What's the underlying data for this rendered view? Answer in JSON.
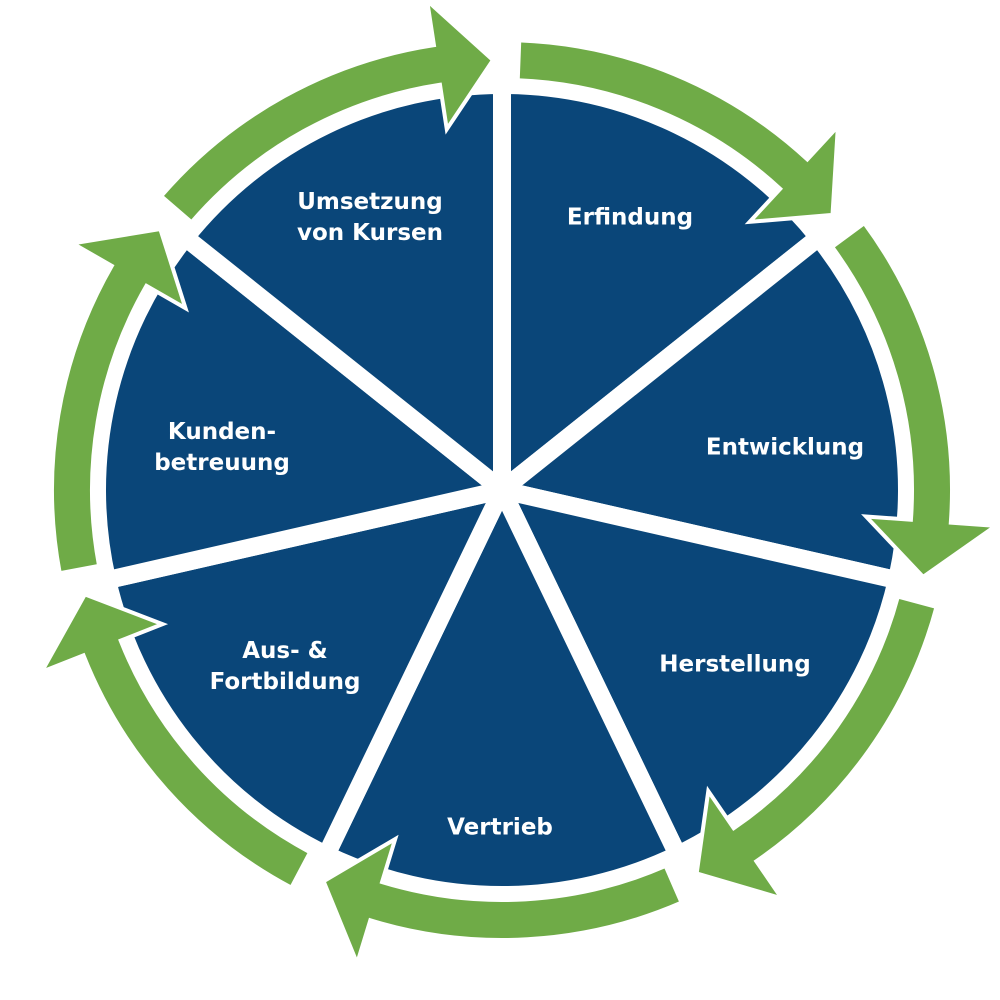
{
  "colors": {
    "segment": "#0a4679",
    "arrow": "#6fab47",
    "gap": "#ffffff"
  },
  "segments": [
    {
      "lines": [
        "Erfindung"
      ]
    },
    {
      "lines": [
        "Entwicklung"
      ]
    },
    {
      "lines": [
        "Herstellung"
      ]
    },
    {
      "lines": [
        "Vertrieb"
      ]
    },
    {
      "lines": [
        "Aus- &",
        "Fortbildung"
      ]
    },
    {
      "lines": [
        "Kunden-",
        "betreuung"
      ]
    },
    {
      "lines": [
        "Umsetzung",
        "von Kursen"
      ]
    }
  ]
}
